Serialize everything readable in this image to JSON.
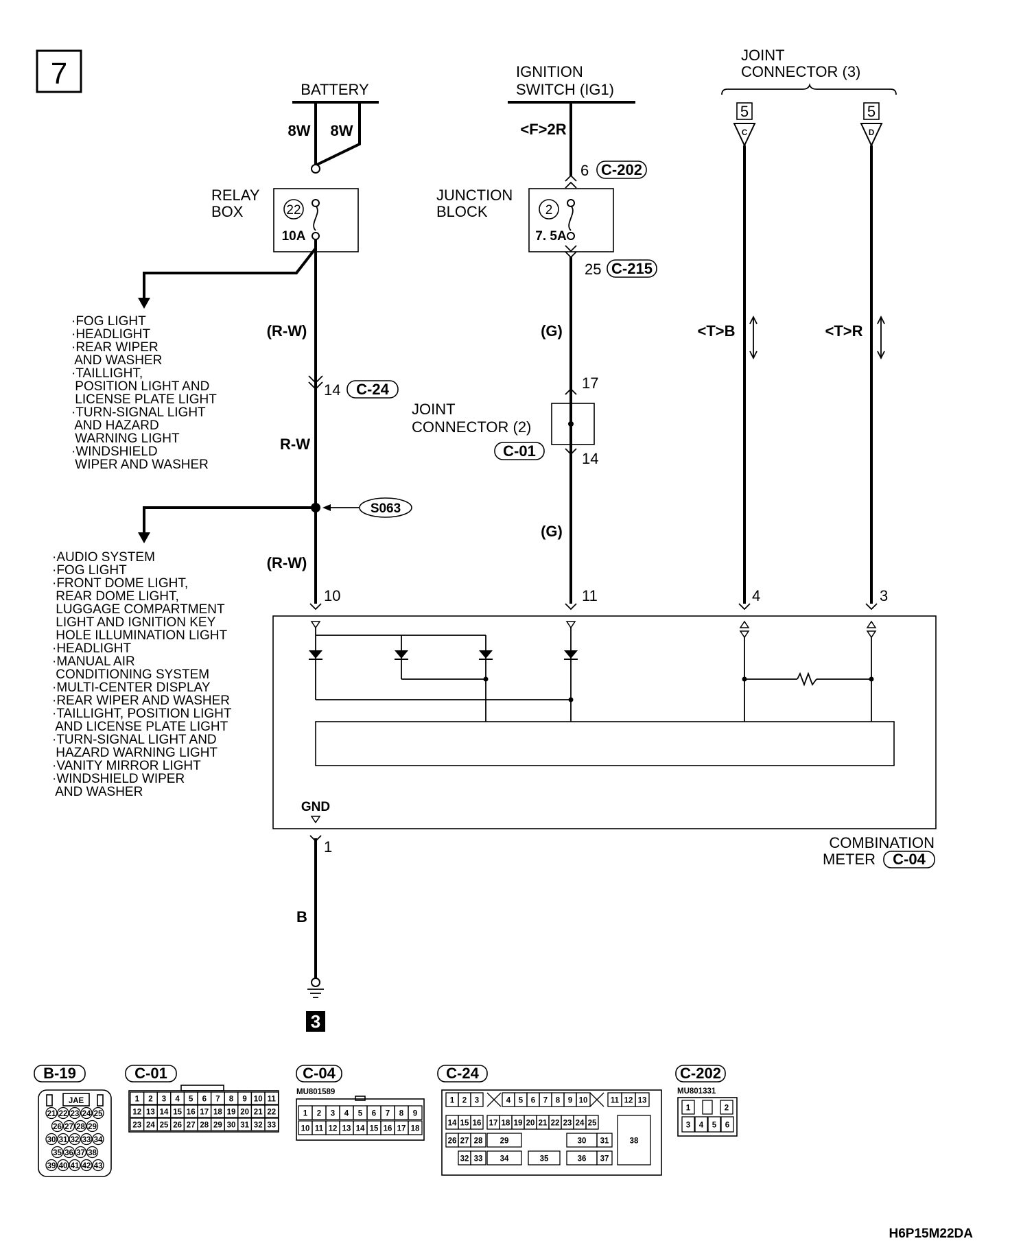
{
  "page_number": "7",
  "sources": {
    "battery": "BATTERY",
    "ignition_switch_line1": "IGNITION",
    "ignition_switch_line2": "SWITCH (IG1)",
    "joint_connector3_line1": "JOINT",
    "joint_connector3_line2": "CONNECTOR (3)"
  },
  "wires": {
    "battery_left": "8W",
    "battery_right": "8W",
    "ig_spec": "<F>2R",
    "rw_paren_upper": "(R-W)",
    "rw_mid": "R-W",
    "rw_paren_lower": "(R-W)",
    "g_paren_upper": "(G)",
    "g_paren_lower": "(G)",
    "tb": "<T>B",
    "tr": "<T>R",
    "ground_color": "B"
  },
  "relay_box": {
    "label_line1": "RELAY",
    "label_line2": "BOX",
    "fuse_number": "22",
    "fuse_rating": "10A"
  },
  "junction_block": {
    "label_line1": "JUNCTION",
    "label_line2": "BLOCK",
    "fuse_number": "2",
    "fuse_rating": "7. 5A",
    "in_pin": "6",
    "in_connector": "C-202",
    "out_pin": "25",
    "out_connector": "C-215"
  },
  "connector_c24": {
    "pin": "14",
    "id": "C-24"
  },
  "joint_connector2": {
    "label_line1": "JOINT",
    "label_line2": "CONNECTOR (2)",
    "in_pin": "17",
    "out_pin": "14",
    "id": "C-01"
  },
  "splice": "S063",
  "page_refs": {
    "c": "5",
    "c_letter": "C",
    "d": "5",
    "d_letter": "D"
  },
  "branch1_items": [
    "·FOG LIGHT",
    "·HEADLIGHT",
    "·REAR WIPER",
    " AND WASHER",
    "·TAILLIGHT,",
    " POSITION LIGHT AND",
    " LICENSE PLATE LIGHT",
    "·TURN-SIGNAL LIGHT",
    " AND HAZARD",
    " WARNING LIGHT",
    "·WINDSHIELD",
    " WIPER AND WASHER"
  ],
  "branch2_items": [
    "·AUDIO SYSTEM",
    "·FOG LIGHT",
    "·FRONT DOME LIGHT,",
    " REAR DOME LIGHT,",
    " LUGGAGE COMPARTMENT",
    " LIGHT AND IGNITION KEY",
    " HOLE ILLUMINATION LIGHT",
    "·HEADLIGHT",
    "·MANUAL AIR",
    " CONDITIONING SYSTEM",
    "·MULTI-CENTER DISPLAY",
    "·REAR WIPER AND WASHER",
    "·TAILLIGHT, POSITION LIGHT",
    " AND LICENSE PLATE LIGHT",
    "·TURN-SIGNAL LIGHT AND",
    " HAZARD WARNING LIGHT",
    "·VANITY MIRROR LIGHT",
    "·WINDSHIELD WIPER",
    " AND WASHER"
  ],
  "combination_meter": {
    "label_line1": "COMBINATION",
    "label_line2": "METER",
    "id": "C-04",
    "pins": [
      "10",
      "11",
      "4",
      "3"
    ],
    "gnd_label": "GND",
    "gnd_pin": "1"
  },
  "ground_point": "3",
  "connector_views": [
    {
      "id": "B-19",
      "part": "",
      "header": "JAE",
      "rows": [
        [
          "21",
          "22",
          "23",
          "24",
          "25"
        ],
        [
          "26",
          "27",
          "28",
          "29"
        ],
        [
          "30",
          "31",
          "32",
          "33",
          "34"
        ],
        [
          "35",
          "36",
          "37",
          "38"
        ],
        [
          "39",
          "40",
          "41",
          "42",
          "43"
        ]
      ]
    },
    {
      "id": "C-01",
      "part": "",
      "rows": [
        [
          "1",
          "2",
          "3",
          "4",
          "5",
          "6",
          "7",
          "8",
          "9",
          "10",
          "11"
        ],
        [
          "12",
          "13",
          "14",
          "15",
          "16",
          "17",
          "18",
          "19",
          "20",
          "21",
          "22"
        ],
        [
          "23",
          "24",
          "25",
          "26",
          "27",
          "28",
          "29",
          "30",
          "31",
          "32",
          "33"
        ]
      ]
    },
    {
      "id": "C-04",
      "part": "MU801589",
      "rows": [
        [
          "1",
          "2",
          "3",
          "4",
          "5",
          "6",
          "7",
          "8",
          "9"
        ],
        [
          "10",
          "11",
          "12",
          "13",
          "14",
          "15",
          "16",
          "17",
          "18"
        ]
      ]
    },
    {
      "id": "C-24",
      "part": "",
      "cells": [
        "1",
        "2",
        "3",
        "4",
        "5",
        "6",
        "7",
        "8",
        "9",
        "10",
        "11",
        "12",
        "13",
        "14",
        "15",
        "16",
        "17",
        "18",
        "19",
        "20",
        "21",
        "22",
        "23",
        "24",
        "25",
        "26",
        "27",
        "28",
        "29",
        "30",
        "31",
        "32",
        "33",
        "34",
        "35",
        "36",
        "37",
        "38"
      ]
    },
    {
      "id": "C-202",
      "part": "MU801331",
      "rows": [
        [
          "1",
          "2"
        ],
        [
          "3",
          "4",
          "5",
          "6"
        ]
      ]
    }
  ],
  "figure_code": "H6P15M22DA"
}
